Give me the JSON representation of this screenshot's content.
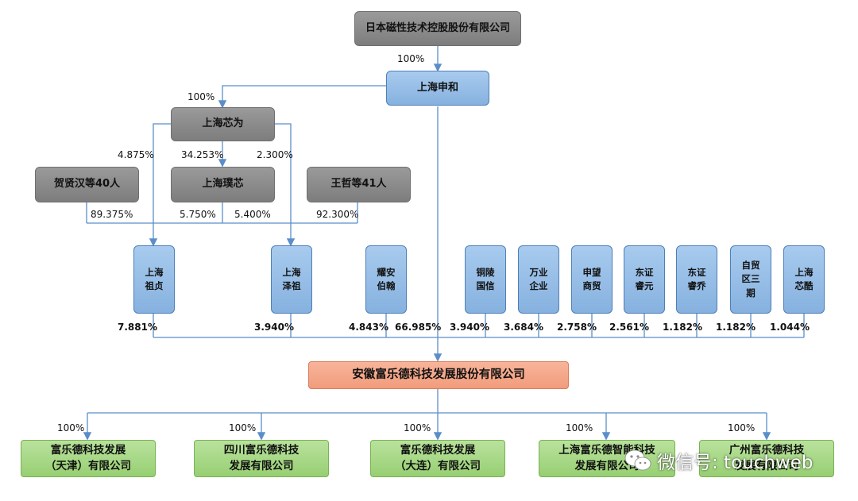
{
  "top_company": "日本磁性技术控股股份有限公司",
  "shanghai_shenhe": "上海申和",
  "shanghai_xinwei": "上海芯为",
  "hexianhan": "贺贤汉等40人",
  "shanghai_pingxin": "上海璞芯",
  "wangzhe": "王哲等41人",
  "shareholders": [
    {
      "name": "上海\n祖贞",
      "pct": "7.881%"
    },
    {
      "name": "上海\n泽祖",
      "pct": "3.940%"
    },
    {
      "name": "耀安\n伯翰",
      "pct": "4.843%"
    },
    {
      "name": "铜陵\n国信",
      "pct": "3.940%"
    },
    {
      "name": "万业\n企业",
      "pct": "3.684%"
    },
    {
      "name": "申望\n商贸",
      "pct": "2.758%"
    },
    {
      "name": "东证\n睿元",
      "pct": "2.561%"
    },
    {
      "name": "东证\n睿乔",
      "pct": "1.182%"
    },
    {
      "name": "自贸\n区三\n期",
      "pct": "1.182%"
    },
    {
      "name": "上海\n芯酷",
      "pct": "1.044%"
    }
  ],
  "shenhe_direct_pct": "66.985%",
  "main_company": "安徽富乐德科技发展股份有限公司",
  "subsidiaries": [
    {
      "name": "富乐德科技发展\n（天津）有限公司",
      "pct": "100%"
    },
    {
      "name": "四川富乐德科技\n发展有限公司",
      "pct": "100%"
    },
    {
      "name": "富乐德科技发展\n（大连）有限公司",
      "pct": "100%"
    },
    {
      "name": "上海富乐德智能科技\n发展有限公司",
      "pct": "100%"
    },
    {
      "name": "广州富乐德科技\n发展有限公司",
      "pct": "100%"
    }
  ],
  "pct_top_to_shenhe": "100%",
  "pct_shenhe_to_xinwei": "100%",
  "pct_xinwei_to_zuzhen": "4.875%",
  "pct_xinwei_to_pingxin": "34.253%",
  "pct_xinwei_to_zezu": "2.300%",
  "pct_hexianhan": "89.375%",
  "pct_pingxin_left": "5.750%",
  "pct_pingxin_right": "5.400%",
  "pct_wangzhe": "92.300%",
  "watermark": "微信号: touchweb",
  "colors": {
    "gray": "#8c8c8c",
    "blue": "#9bc2e6",
    "orange": "#f4a98a",
    "green": "#a9d98a",
    "line": "#5b8ec9"
  }
}
